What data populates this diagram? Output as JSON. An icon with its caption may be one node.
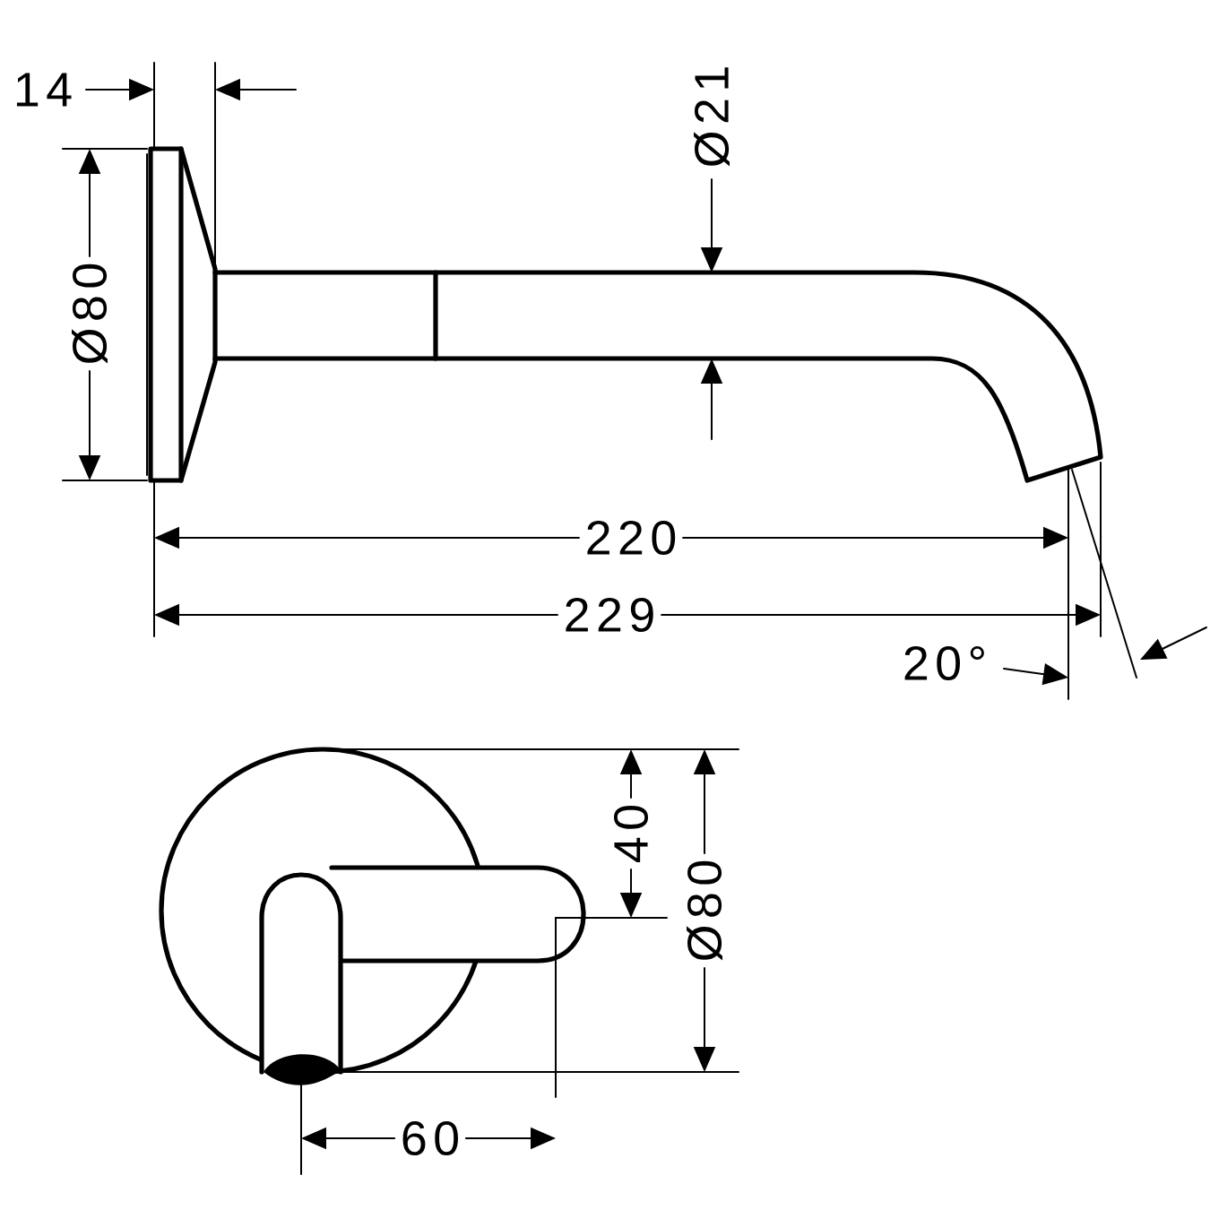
{
  "diagram": {
    "labels": [
      "14",
      "Ø80",
      "Ø21",
      "220",
      "229",
      "20°",
      "40",
      "Ø80",
      "60"
    ]
  }
}
